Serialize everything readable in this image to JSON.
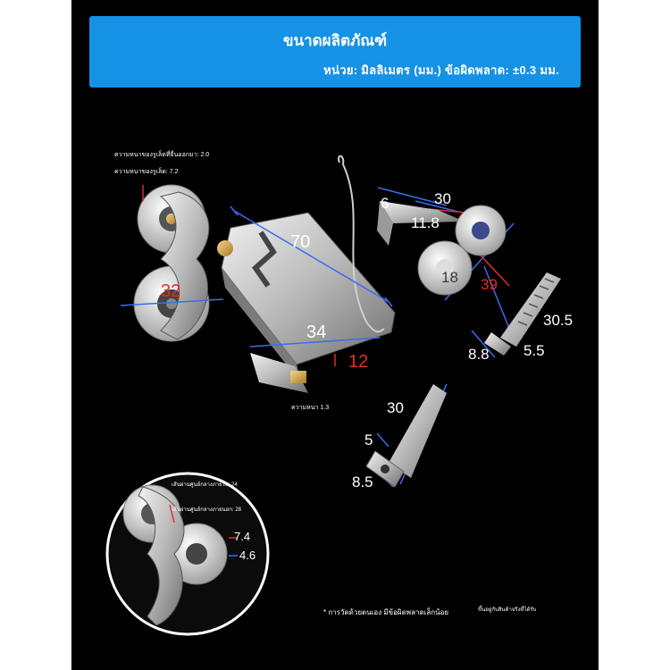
{
  "banner": {
    "title": "ขนาดผลิตภัณฑ์",
    "subtitle": "หน่วย: มิลลิเมตร (มม.) ข้อผิดพลาด: ±0.3 มม."
  },
  "notes": {
    "hole_protrusion": "ความหนาของรูเล็ดที่ยื่นออกมา: 2.0",
    "hole_thickness": "ความหนาของรูเล็ด: 7.2",
    "plate_thickness": "ความหนา 1.3",
    "inner_diameter": "เส้นผ่านศูนย์กลางภายใน: 24",
    "outer_diameter": "เส้นผ่านศูนย์กลางภายนอก: 28",
    "footnote": "* การวัดด้วยตนเอง มีข้อผิดพลาดเล็กน้อย",
    "footnote_right": "ขึ้นอยู่กับสินค้าจริงที่ได้รับ"
  },
  "dimensions": {
    "wheel_diameter": "32",
    "plate_length": "70",
    "plate_width": "34",
    "plate_height": "12",
    "roller_top": "30",
    "roller_gap": "6",
    "roller_inner": "11.8",
    "roller_wheel": "18",
    "roller_length": "39",
    "screw_length": "30.5",
    "screw_head": "8.8",
    "screw_thread": "5.5",
    "bolt_length": "30",
    "bolt_diameter": "5",
    "bolt_head": "8.5",
    "inset_width": "7.4",
    "inset_bore": "4.6"
  },
  "colors": {
    "banner": "#1592e6",
    "background": "#000000",
    "dimension_line": "#3a6cf0",
    "red_accent": "#e52b2b"
  }
}
